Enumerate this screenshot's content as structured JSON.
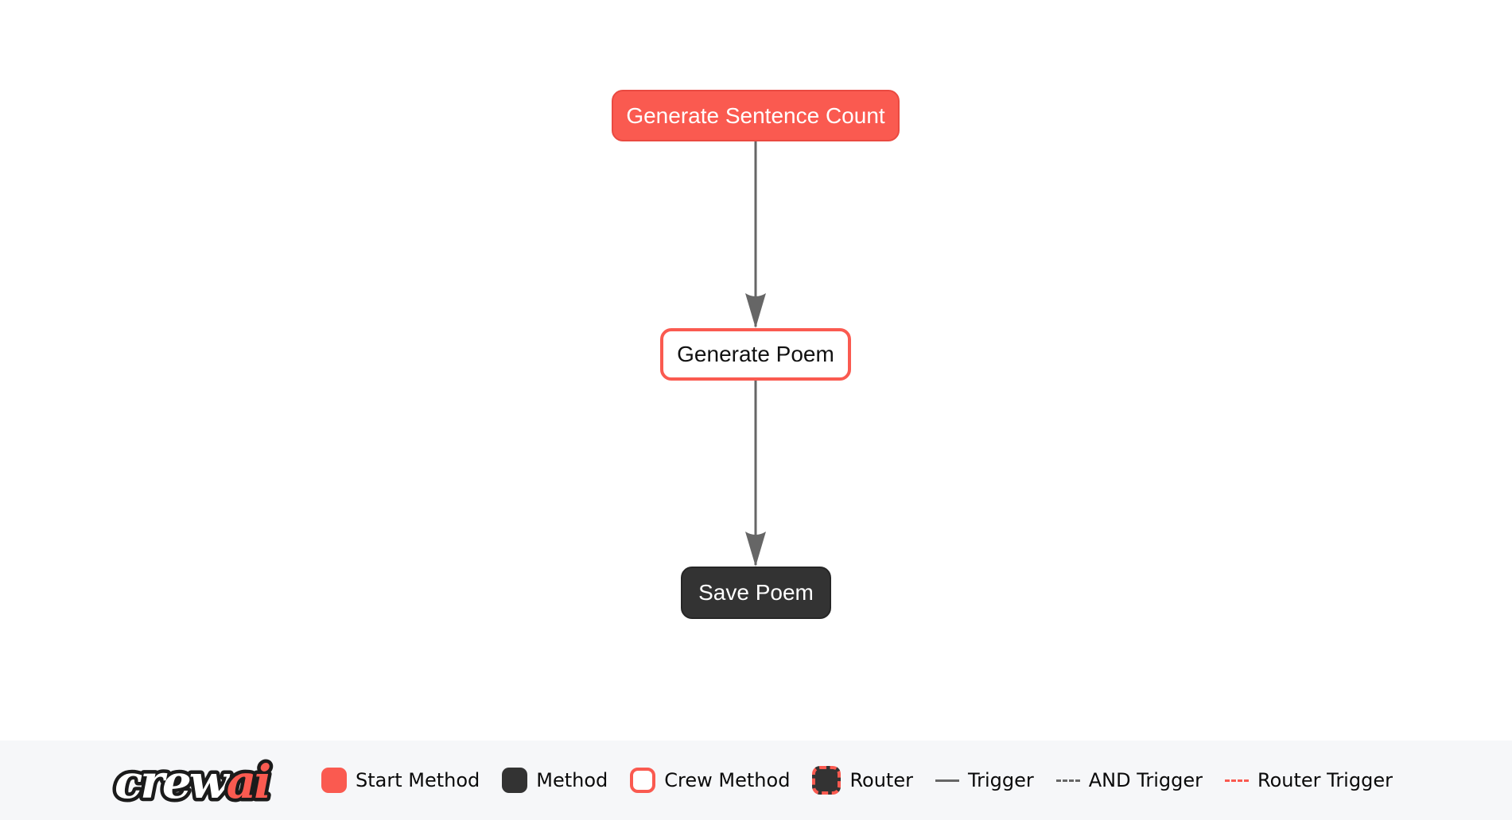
{
  "diagram": {
    "nodes": [
      {
        "label": "Generate Sentence Count",
        "type": "start-method"
      },
      {
        "label": "Generate Poem",
        "type": "crew-method"
      },
      {
        "label": "Save Poem",
        "type": "method"
      }
    ],
    "edges": [
      {
        "from": "Generate Sentence Count",
        "to": "Generate Poem",
        "type": "trigger"
      },
      {
        "from": "Generate Poem",
        "to": "Save Poem",
        "type": "trigger"
      }
    ]
  },
  "legend": {
    "logo": {
      "word_primary": "crew",
      "word_accent": "ai"
    },
    "items": [
      {
        "label": "Start Method"
      },
      {
        "label": "Method"
      },
      {
        "label": "Crew Method"
      },
      {
        "label": "Router"
      },
      {
        "label": "Trigger"
      },
      {
        "label": "AND Trigger"
      },
      {
        "label": "Router Trigger"
      }
    ]
  },
  "colors": {
    "accent": "#FA5A50",
    "node_dark": "#333333",
    "edge_gray": "#666666",
    "legend_bg": "#F6F7F9"
  }
}
